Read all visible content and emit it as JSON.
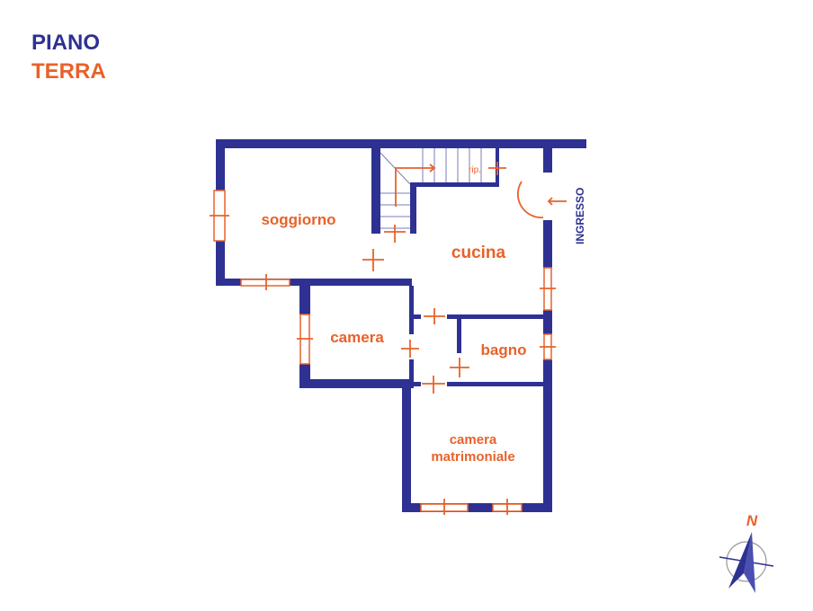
{
  "title": {
    "line1": "PIANO",
    "line2": "TERRA"
  },
  "rooms": {
    "soggiorno": "soggiorno",
    "cucina": "cucina",
    "rip": "rip.",
    "camera": "camera",
    "bagno": "bagno",
    "matrimoniale_1": "camera",
    "matrimoniale_2": "matrimoniale"
  },
  "entrance": "INGRESSO",
  "compass": "N",
  "colors": {
    "walls": "#2e3192",
    "accent": "#e8622a"
  }
}
